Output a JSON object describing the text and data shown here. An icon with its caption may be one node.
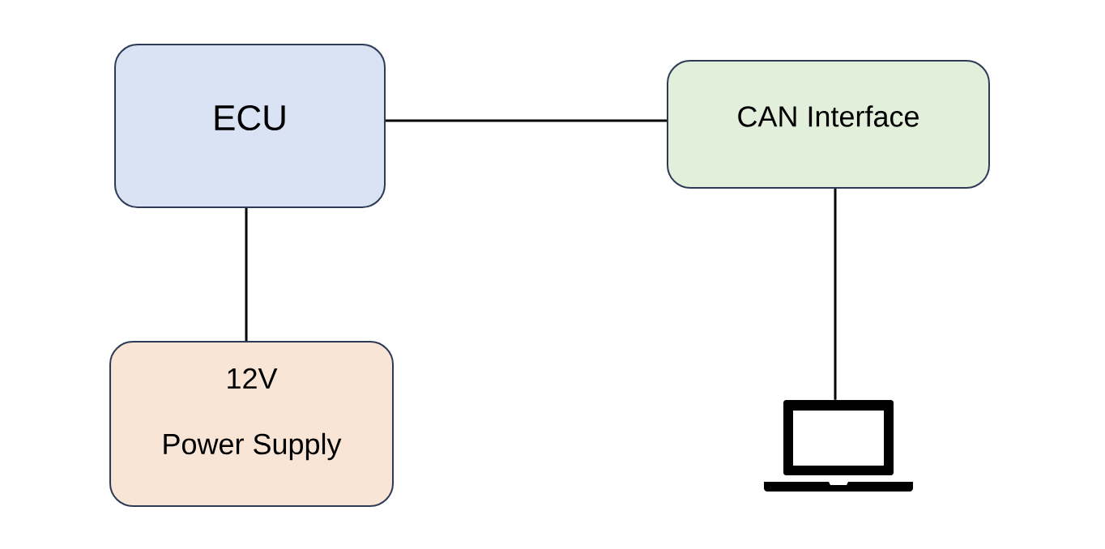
{
  "diagram": {
    "nodes": [
      {
        "text": [
          "ECU"
        ]
      },
      {
        "text": [
          "CAN Interface"
        ]
      },
      {
        "text": [
          "12V",
          "Power Supply"
        ]
      },
      {
        "text": [],
        "shape": "picture"
      }
    ],
    "edges": [
      {
        "from": 0,
        "to": 1,
        "arrow": "none"
      },
      {
        "from": 0,
        "to": 2,
        "arrow": "none"
      },
      {
        "from": 1,
        "to": 3,
        "arrow": "none"
      }
    ]
  }
}
